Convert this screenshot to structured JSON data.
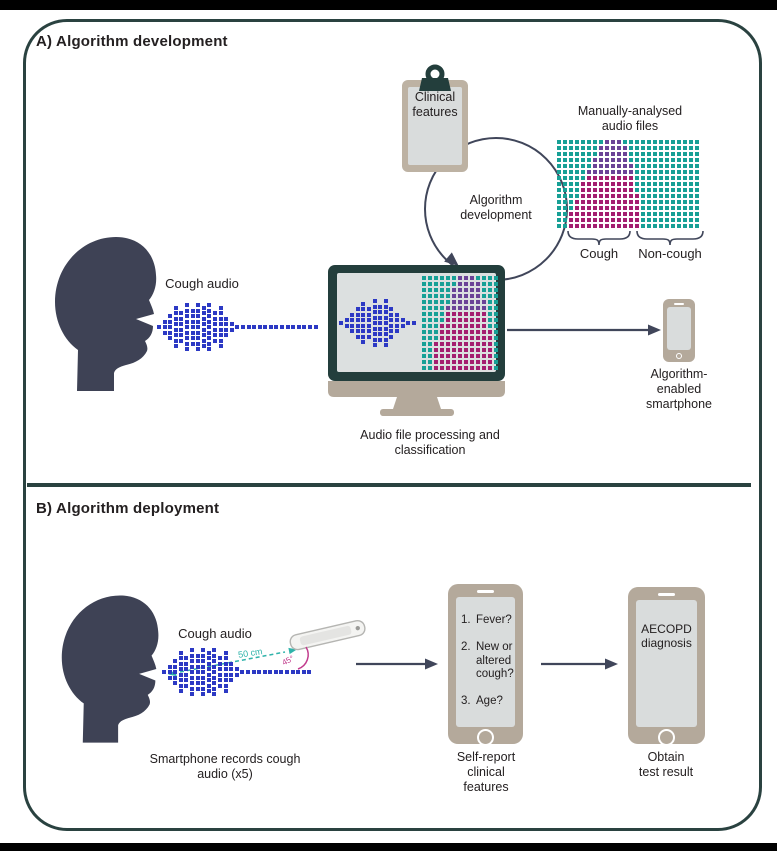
{
  "panel_a": {
    "title": "A) Algorithm development",
    "clipboard_label": "Clinical features",
    "audio_files_label": "Manually-analysed audio files",
    "cough_label": "Cough",
    "noncough_label": "Non-cough",
    "cycle_label": "Algorithm development",
    "cough_audio_label": "Cough audio",
    "monitor_label": "Audio file processing and classification",
    "phone_label": "Algorithm-enabled smartphone"
  },
  "panel_b": {
    "title": "B) Algorithm deployment",
    "cough_audio_label": "Cough audio",
    "distance_label": "50 cm",
    "angle_label": "45°",
    "record_label": "Smartphone records cough audio (x5)",
    "questions": [
      {
        "num": "1.",
        "text": "Fever?"
      },
      {
        "num": "2.",
        "text": "New or altered cough?"
      },
      {
        "num": "3.",
        "text": "Age?"
      }
    ],
    "self_report_label": "Self-report clinical features",
    "diagnosis_label": "AECOPD diagnosis",
    "result_label": "Obtain test result"
  },
  "colors": {
    "ink": "#242021",
    "frame": "#2a4240",
    "arrow": "#40465a",
    "head": "#3e4255",
    "blue": "#2c39c4",
    "teal_square": "#17a096",
    "purple_square": "#6b4397",
    "magenta_square": "#a41e70",
    "tan": "#b4a99b",
    "tan_light": "#bdb2a3",
    "paper": "#d9dcdc",
    "screen": "#dce0e0",
    "bezel": "#233e3c",
    "measure_teal": "#2fb3aa",
    "angle_magenta": "#c13a8c",
    "bar": "#000000"
  },
  "illustration": {
    "wave_a": [
      1,
      3,
      5,
      8,
      6,
      9,
      7,
      9,
      8,
      9,
      6,
      8,
      4,
      2,
      1,
      1,
      1,
      1,
      1,
      1,
      1,
      1,
      1,
      1,
      1,
      1,
      1,
      1,
      1
    ],
    "wave_monitor": [
      1,
      2,
      4,
      6,
      8,
      6,
      9,
      7,
      9,
      6,
      4,
      2,
      1,
      1
    ],
    "wave_b": [
      1,
      3,
      5,
      8,
      6,
      9,
      7,
      9,
      8,
      9,
      6,
      8,
      4,
      2,
      1,
      1,
      1,
      1,
      1,
      1,
      1,
      1,
      1,
      1,
      1,
      1,
      1
    ],
    "grid_a": {
      "cols": 24,
      "rows": 15,
      "blob": [
        [
          8,
          10,
          "P"
        ],
        [
          7,
          11,
          "P"
        ],
        [
          7,
          11,
          "P"
        ],
        [
          6,
          11,
          "P"
        ],
        [
          6,
          12,
          "P"
        ],
        [
          5,
          12,
          "P"
        ],
        [
          5,
          12,
          "M"
        ],
        [
          4,
          12,
          "M"
        ],
        [
          4,
          12,
          "M"
        ],
        [
          4,
          13,
          "M"
        ],
        [
          3,
          13,
          "M"
        ],
        [
          3,
          13,
          "M"
        ],
        [
          2,
          13,
          "M"
        ],
        [
          2,
          13,
          "M"
        ],
        [
          2,
          13,
          "M"
        ]
      ]
    },
    "grid_monitor": {
      "cols": 13,
      "rows": 16,
      "blob": [
        [
          6,
          8,
          "P"
        ],
        [
          6,
          9,
          "P"
        ],
        [
          5,
          9,
          "P"
        ],
        [
          5,
          9,
          "P"
        ],
        [
          5,
          10,
          "P"
        ],
        [
          4,
          10,
          "P"
        ],
        [
          4,
          10,
          "M"
        ],
        [
          4,
          10,
          "M"
        ],
        [
          3,
          10,
          "M"
        ],
        [
          3,
          11,
          "M"
        ],
        [
          3,
          11,
          "M"
        ],
        [
          2,
          11,
          "M"
        ],
        [
          2,
          11,
          "M"
        ],
        [
          2,
          11,
          "M"
        ],
        [
          2,
          11,
          "M"
        ],
        [
          2,
          11,
          "M"
        ]
      ]
    }
  }
}
